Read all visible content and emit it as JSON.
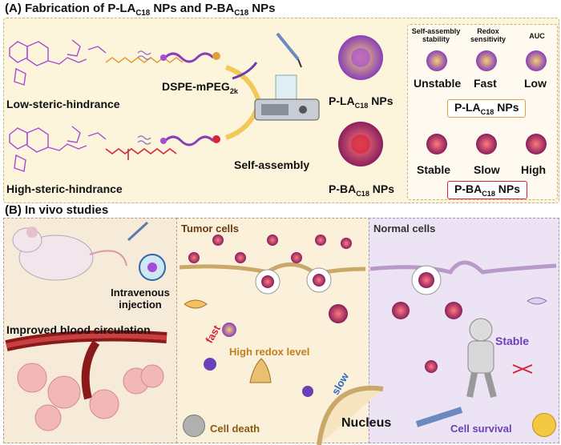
{
  "section_a": {
    "title": "(A) Fabrication of P-LA",
    "title_sub": "C18",
    "title_mid": " NPs and P-BA",
    "title_sub2": "C18",
    "title_end": " NPs",
    "low_label": "Low-steric-hindrance",
    "high_label": "High-steric-hindrance",
    "dspe_label": "DSPE-mPEG",
    "dspe_sub": "2k",
    "self_assembly": "Self-assembly",
    "pla_label": "P-LA",
    "pla_sub": "C18",
    "pla_end": " NPs",
    "pba_label": "P-BA",
    "pba_sub": "C18",
    "pba_end": " NPs"
  },
  "comparison": {
    "headers": [
      "Self-assembly stability",
      "Redox sensitivity",
      "AUC"
    ],
    "pla_values": [
      "Unstable",
      "Fast",
      "Low"
    ],
    "pba_values": [
      "Stable",
      "Slow",
      "High"
    ],
    "pla_box": "P-LA",
    "pla_box_sub": "C18",
    "pla_box_end": " NPs",
    "pba_box": "P-BA",
    "pba_box_sub": "C18",
    "pba_box_end": " NPs"
  },
  "section_b": {
    "title": "(B) In vivo studies",
    "injection": "Intravenous injection",
    "improved": "Improved blood circulation",
    "tumor_cells": "Tumor cells",
    "fast": "fast",
    "high_redox": "High redox level",
    "slow": "slow",
    "cell_death": "Cell death",
    "nucleus": "Nucleus",
    "normal_cells": "Normal cells",
    "stable": "Stable",
    "cell_survival": "Cell survival"
  },
  "colors": {
    "top_bg": "#fdf4dc",
    "purple": "#a64bd6",
    "red": "#d6253a",
    "orange": "#e0a03a",
    "tumor_bg": "#fbf1da",
    "normal_bg": "#ece4f4"
  }
}
